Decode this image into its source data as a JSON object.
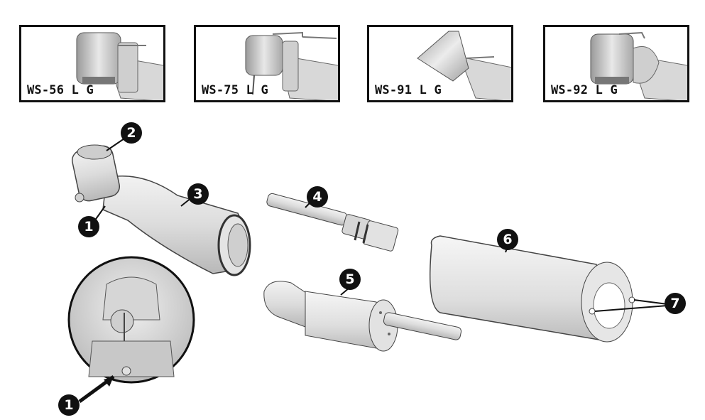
{
  "panels": [
    {
      "id": "ws56",
      "label": "WS-56 L G"
    },
    {
      "id": "ws75",
      "label": "WS-75 L G"
    },
    {
      "id": "ws91",
      "label": "WS-91 L G"
    },
    {
      "id": "ws92",
      "label": "WS-92 L G"
    }
  ],
  "callouts": [
    {
      "id": "c1",
      "label": "1"
    },
    {
      "id": "c2",
      "label": "2"
    },
    {
      "id": "c3",
      "label": "3"
    },
    {
      "id": "c4",
      "label": "4"
    },
    {
      "id": "c5",
      "label": "5"
    },
    {
      "id": "c6",
      "label": "6"
    },
    {
      "id": "c7",
      "label": "7"
    },
    {
      "id": "c1b",
      "label": "1"
    }
  ],
  "colors": {
    "outline": "#111111",
    "metal_light": "#e6e6e6",
    "metal_mid": "#bdbdbd",
    "metal_dark": "#8a8a8a"
  }
}
